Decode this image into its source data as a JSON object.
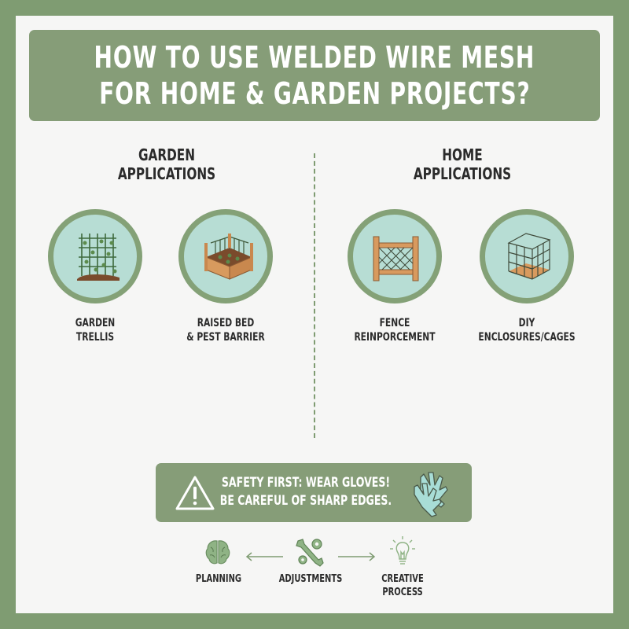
{
  "header": {
    "title_line1": "HOW TO USE WELDED WIRE MESH",
    "title_line2": "FOR HOME & GARDEN PROJECTS?"
  },
  "sections": {
    "garden": {
      "title_line1": "GARDEN",
      "title_line2": "APPLICATIONS",
      "items": [
        {
          "icon": "trellis-icon",
          "label_line1": "GARDEN",
          "label_line2": "TRELLIS"
        },
        {
          "icon": "raised-bed-icon",
          "label_line1": "RAISED BED",
          "label_line2": "& PEST BARRIER"
        }
      ]
    },
    "home": {
      "title_line1": "HOME",
      "title_line2": "APPLICATIONS",
      "items": [
        {
          "icon": "fence-icon",
          "label_line1": "FENCE",
          "label_line2": "REINPORCEMENT"
        },
        {
          "icon": "cage-icon",
          "label_line1": "DIY",
          "label_line2": "ENCLOSURES/CAGES"
        }
      ]
    }
  },
  "safety": {
    "icon_left": "warning-icon",
    "icon_right": "gloves-icon",
    "line1": "SAFETY FIRST: WEAR GLOVES!",
    "line2": "BE CAREFUL OF SHARP EDGES."
  },
  "flow": {
    "steps": [
      {
        "icon": "brain-icon",
        "label_line1": "PLANNING",
        "label_line2": ""
      },
      {
        "icon": "tools-icon",
        "label_line1": "ADJUSTMENTS",
        "label_line2": ""
      },
      {
        "icon": "lightbulb-icon",
        "label_line1": "CREATIVE",
        "label_line2": "PROCESS"
      }
    ],
    "arrows": [
      "arrow-left-icon",
      "arrow-right-icon"
    ]
  },
  "colors": {
    "frame_green": "#7f9c72",
    "banner_green": "#869d78",
    "circle_fill": "#b7ddd4",
    "wood": "#d89a5e",
    "text_dark": "#2b2b2b"
  }
}
